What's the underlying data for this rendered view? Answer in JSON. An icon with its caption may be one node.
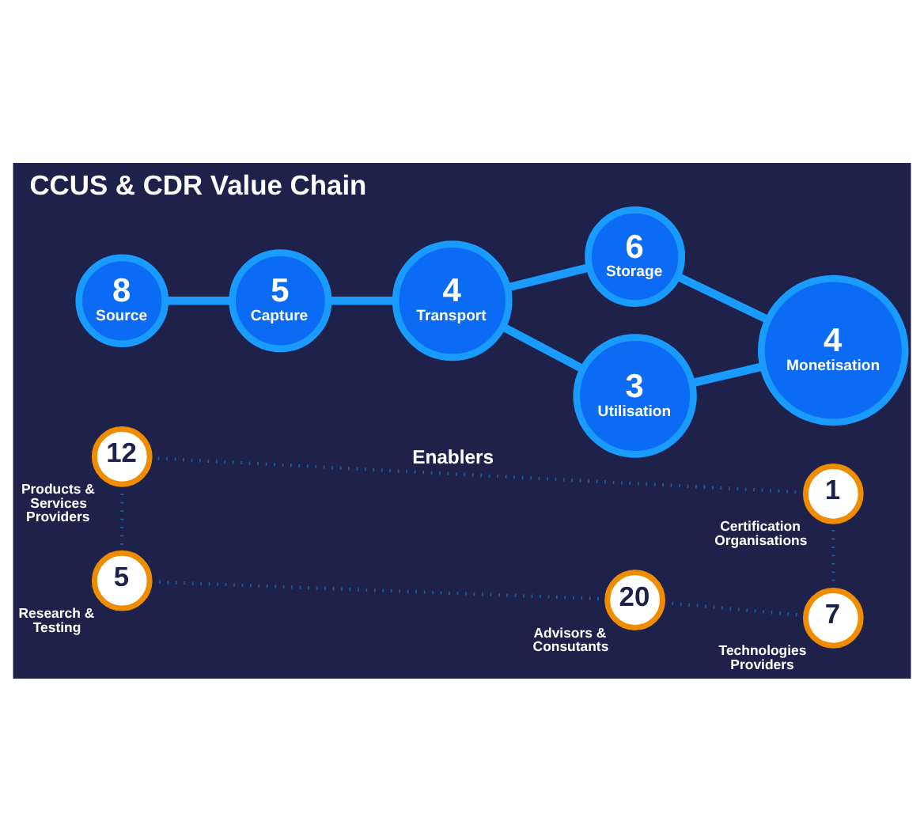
{
  "diagram": {
    "title": "CCUS & CDR Value Chain",
    "nodes": [
      {
        "text": [
          "12"
        ],
        "beside": [
          "Products & Services Providers"
        ]
      },
      {
        "text": [
          "8",
          "Source"
        ]
      },
      {
        "text": [
          "5",
          "Capture"
        ]
      },
      {
        "text": [
          "5"
        ],
        "beside": [
          "Research & Testing"
        ]
      },
      {
        "text": [
          "1"
        ],
        "beside": [
          "Certification Organisations"
        ]
      },
      {
        "text": [
          "4",
          "Transport"
        ]
      },
      {
        "text": [
          "6",
          "Storage"
        ]
      },
      {
        "text": [
          "4",
          "Monetisation"
        ]
      },
      {
        "text": [
          "3",
          "Utilisation"
        ]
      },
      {
        "text": [
          "20"
        ],
        "beside": [
          "Advisors & Consutants"
        ]
      },
      {
        "text": [
          "7"
        ],
        "beside": [
          "Technologies Providers"
        ]
      }
    ],
    "edges": [
      {
        "from": 1,
        "to": 2,
        "arrow": "none"
      },
      {
        "from": 2,
        "to": 5,
        "arrow": "none"
      },
      {
        "from": 5,
        "to": 6,
        "arrow": "none"
      },
      {
        "from": 5,
        "to": 8,
        "arrow": "none"
      },
      {
        "from": 6,
        "to": 7,
        "arrow": "none"
      },
      {
        "from": 8,
        "to": 7,
        "arrow": "none"
      },
      {
        "from": 0,
        "to": 4,
        "arrow": "none",
        "label": "Enablers",
        "style": "dashed",
        "color": "#1f5c9e"
      },
      {
        "from": 4,
        "to": 10,
        "arrow": "none",
        "style": "dashed",
        "color": "#1f5c9e"
      },
      {
        "from": 10,
        "to": 9,
        "arrow": "none",
        "style": "dashed",
        "color": "#1f5c9e"
      },
      {
        "from": 9,
        "to": 3,
        "arrow": "none",
        "style": "dashed",
        "color": "#1f5c9e"
      },
      {
        "from": 3,
        "to": 0,
        "arrow": "none",
        "style": "dashed",
        "color": "#1f5c9e"
      }
    ]
  }
}
